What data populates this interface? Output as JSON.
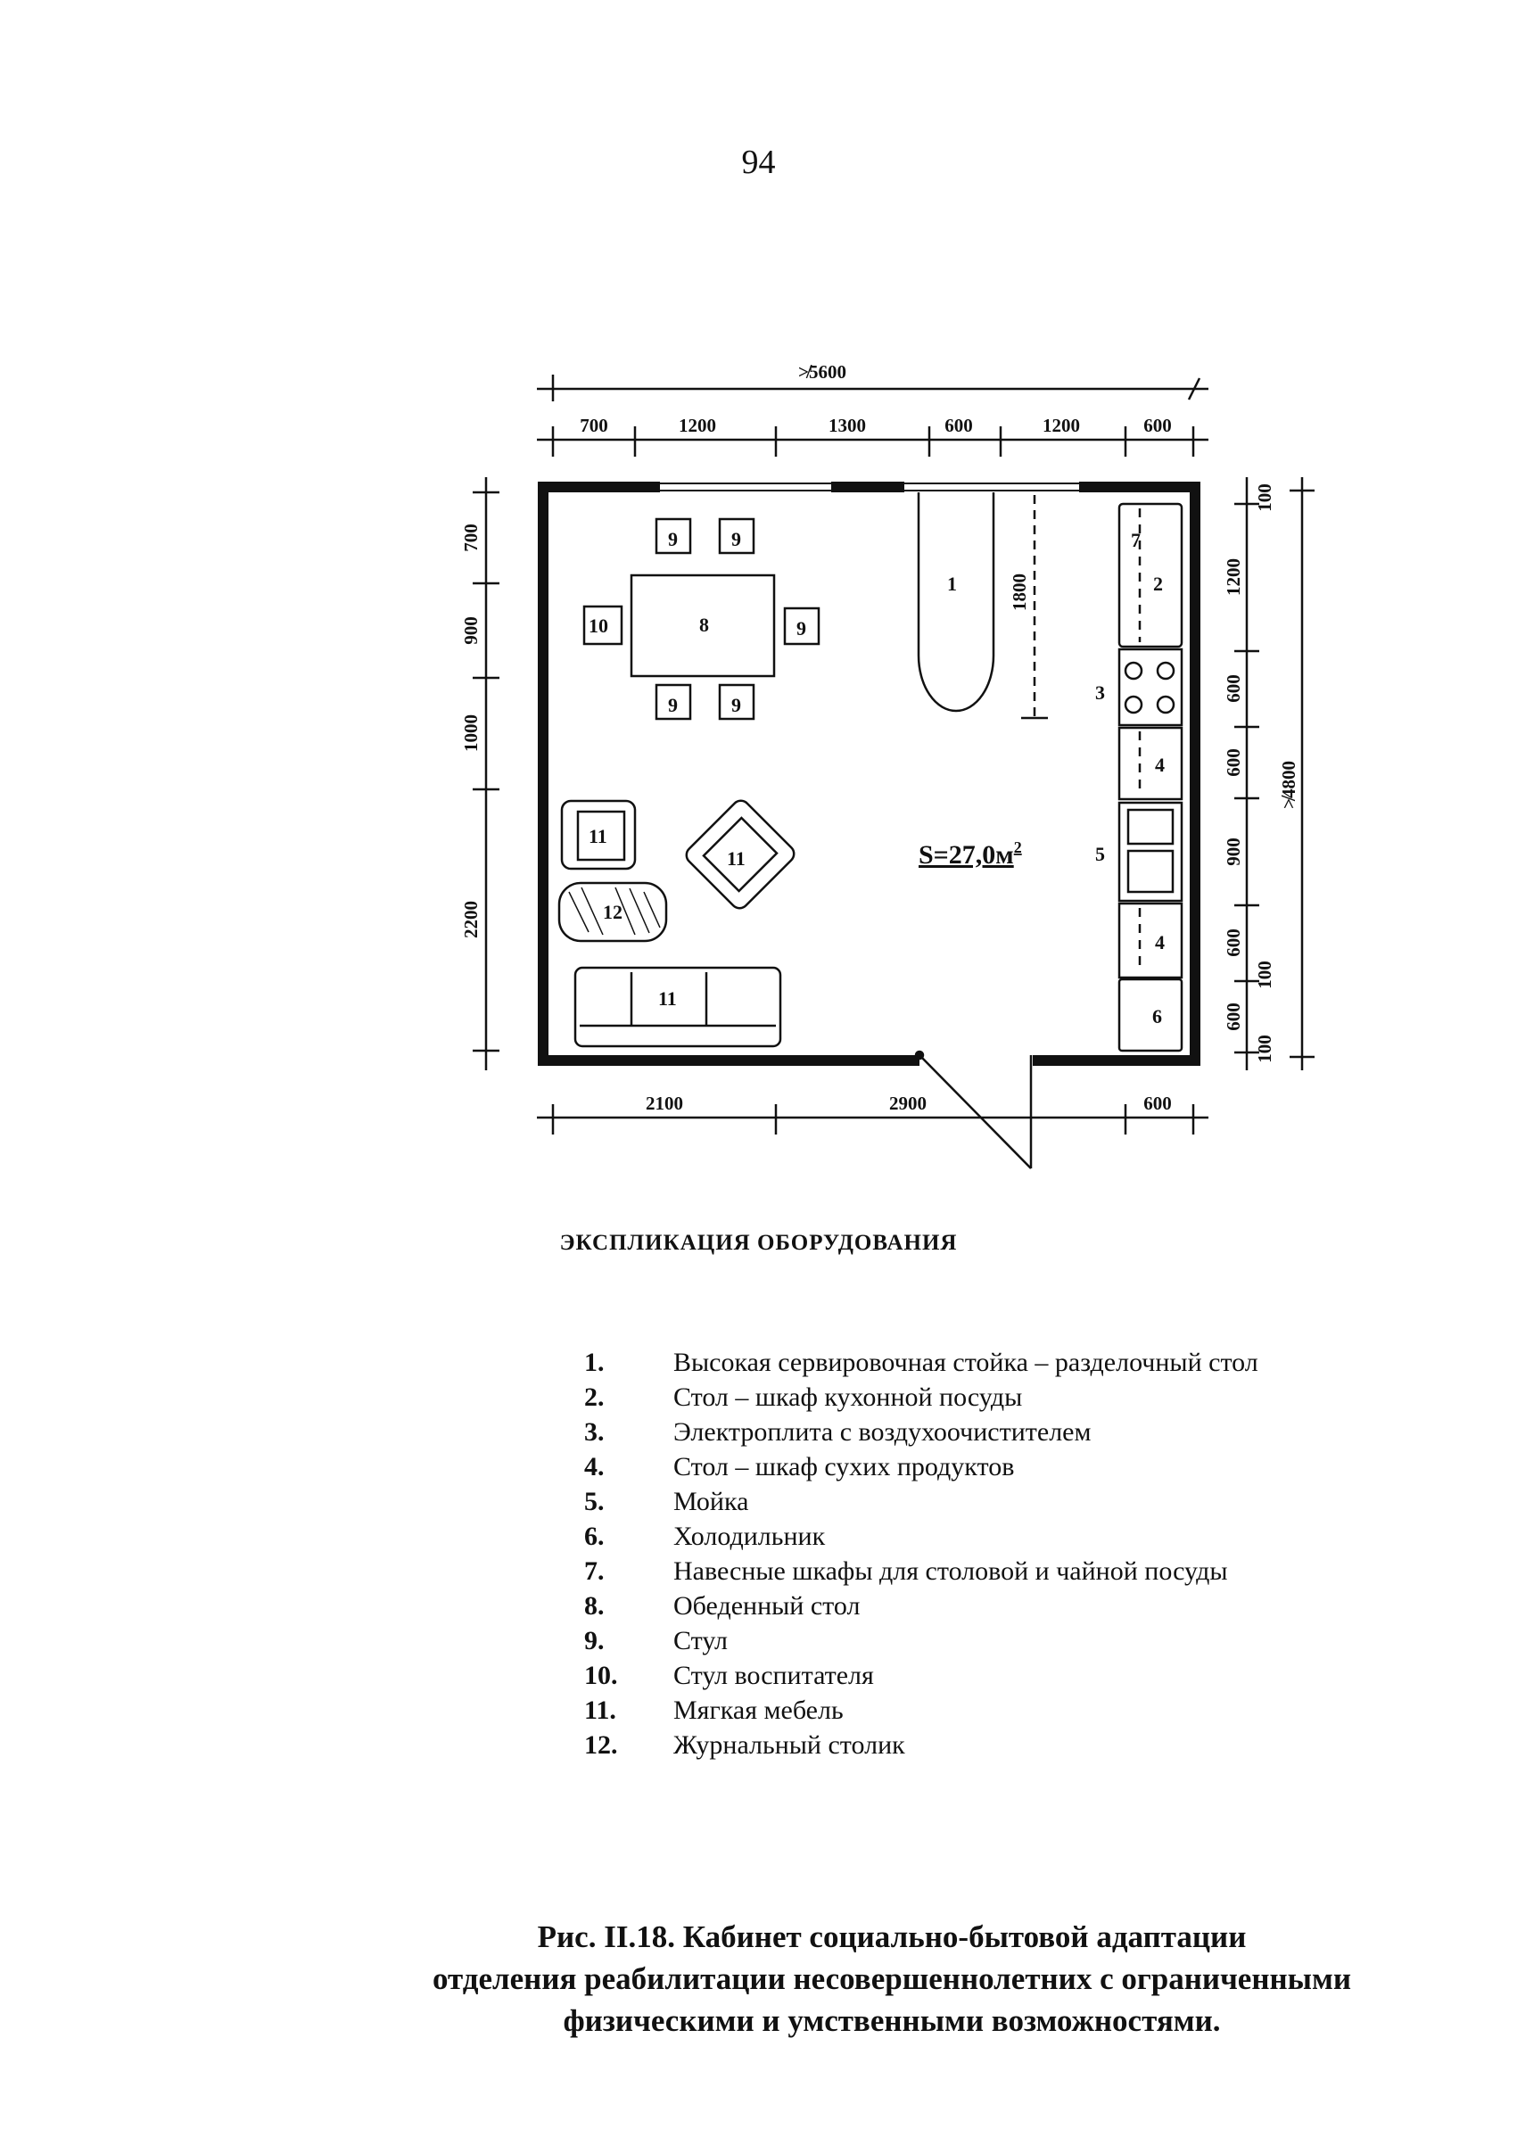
{
  "page_number": "94",
  "plan": {
    "overall_width": "≯5600",
    "overall_height": "≯4800",
    "top_dims": [
      "700",
      "1200",
      "1300",
      "600",
      "1200",
      "600"
    ],
    "bottom_dims": [
      "2100",
      "2900",
      "600"
    ],
    "left_dims": [
      "700",
      "900",
      "1000",
      "2200"
    ],
    "right_dims": [
      "1200",
      "600",
      "600",
      "900",
      "600",
      "600"
    ],
    "right_small_dims": [
      "100",
      "100",
      "100"
    ],
    "counter_length": "1800",
    "area": "S=27,0м",
    "area_sup": "2",
    "labels": {
      "counter": "1",
      "cabinet": "2",
      "stove": "3",
      "dry_cabinet": "4",
      "sink": "5",
      "fridge": "6",
      "wall_cabinets": "7",
      "table": "8",
      "chair": "9",
      "teacher_chair": "10",
      "armchair": "11",
      "sofa": "11",
      "coffee_table": "12"
    }
  },
  "explication": {
    "title": "ЭКСПЛИКАЦИЯ ОБОРУДОВАНИЯ",
    "items": [
      {
        "n": "1.",
        "text": "Высокая сервировочная стойка – разделочный стол"
      },
      {
        "n": "2.",
        "text": "Стол – шкаф кухонной посуды"
      },
      {
        "n": "3.",
        "text": "Электроплита с воздухоочистителем"
      },
      {
        "n": "4.",
        "text": "Стол – шкаф сухих продуктов"
      },
      {
        "n": "5.",
        "text": "Мойка"
      },
      {
        "n": "6.",
        "text": "Холодильник"
      },
      {
        "n": "7.",
        "text": "Навесные шкафы для столовой и чайной посуды"
      },
      {
        "n": "8.",
        "text": "Обеденный стол"
      },
      {
        "n": "9.",
        "text": "Стул"
      },
      {
        "n": "10.",
        "text": "Стул воспитателя"
      },
      {
        "n": "11.",
        "text": "Мягкая мебель"
      },
      {
        "n": "12.",
        "text": "Журнальный столик"
      }
    ]
  },
  "caption": {
    "line1": "Рис. II.18. Кабинет социально-бытовой адаптации",
    "line2": "отделения реабилитации несовершеннолетних с ограниченными",
    "line3": "физическими и умственными возможностями."
  }
}
